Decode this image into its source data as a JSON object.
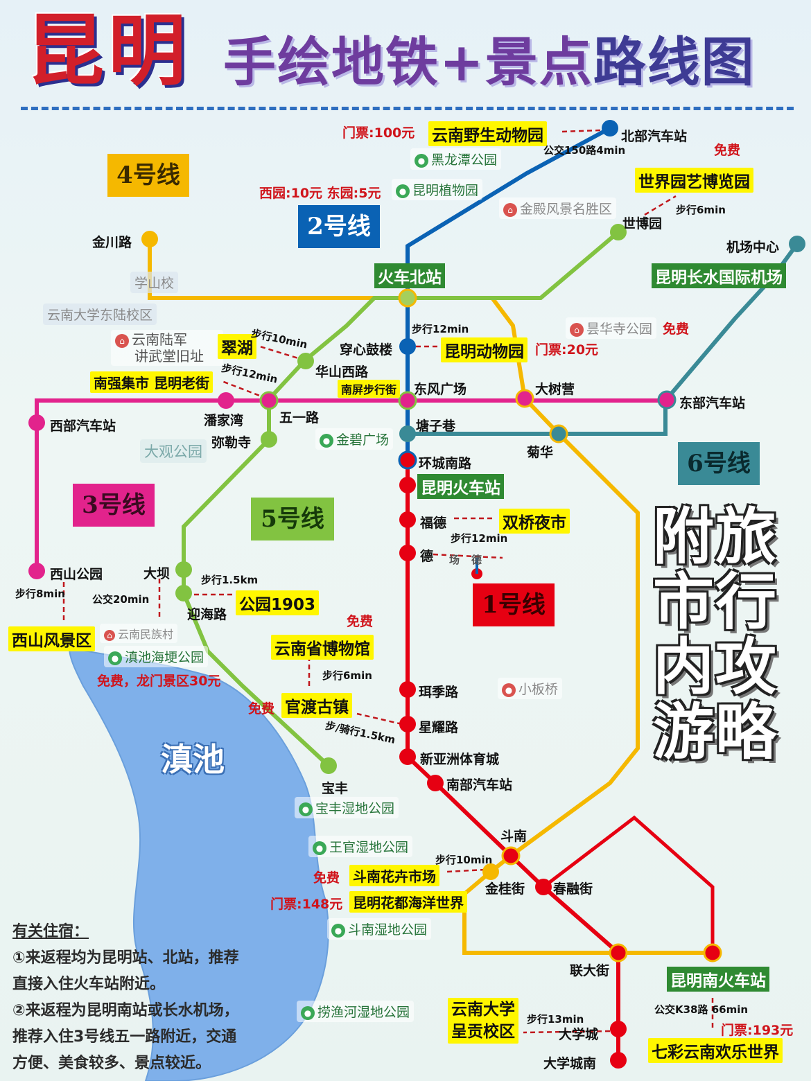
{
  "title": {
    "city": "昆明",
    "part1": "手绘地铁+",
    "part2": "景点",
    "part3": "路线图"
  },
  "lines": {
    "l1": {
      "label": "1号线",
      "color": "#e60012"
    },
    "l2": {
      "label": "2号线",
      "color": "#0a62b4"
    },
    "l3": {
      "label": "3号线",
      "color": "#e2238c"
    },
    "l4": {
      "label": "4号线",
      "color": "#f5b800"
    },
    "l5": {
      "label": "5号线",
      "color": "#82c341"
    },
    "l6": {
      "label": "6号线",
      "color": "#3a8a96"
    }
  },
  "stations": {
    "beibu": "北部汽车站",
    "shibo": "世博园",
    "jichang": "机场中心",
    "jinchuan": "金川路",
    "huochebei": "火车北站",
    "chuanxin": "穿心鼓楼",
    "huashanxi": "华山西路",
    "dongfeng": "东风广场",
    "dashu": "大树营",
    "dongbu": "东部汽车站",
    "xibu": "西部汽车站",
    "panjia": "潘家湾",
    "wuyi": "五一路",
    "mile": "弥勒寺",
    "tangzi": "塘子巷",
    "juhua": "菊华",
    "huancheng": "环城南路",
    "kunminghuoche": "昆明火车站",
    "fude": "福德",
    "de": "德",
    "chang": "场",
    "de2": "德",
    "xishangongyuan": "西山公园",
    "daba": "大坝",
    "yinghai": "迎海路",
    "erji": "珥季路",
    "xingyao": "星耀路",
    "xinyazhou": "新亚洲体育城",
    "nanbu": "南部汽车站",
    "baofeng": "宝丰",
    "dounan": "斗南",
    "jingui": "金桂街",
    "chunrong": "春融街",
    "lianda": "联大街",
    "daxuecheng": "大学城",
    "daxuechengnan": "大学城南",
    "kunmingnan": "昆明南火车站",
    "nanping": "南屏步行街"
  },
  "attractions": {
    "zoo_wild": "云南野生动物园",
    "expo": "世界园艺博览园",
    "airport": "昆明长水国际机场",
    "cuihu": "翠湖",
    "kmzoo": "昆明动物园",
    "nanqiang": "南强集市 昆明老街",
    "shuangqiao": "双桥夜市",
    "park1903": "公园1903",
    "xishan": "西山风景区",
    "museum": "云南省博物馆",
    "guandu": "官渡古镇",
    "dounanhua": "斗南花卉市场",
    "haiyang": "昆明花都海洋世界",
    "yunda": "云南大学\n呈贡校区",
    "yunda1": "云南大学",
    "yunda2": "呈贡校区",
    "qicai": "七彩云南欢乐世界"
  },
  "prices": {
    "zoo_wild": "门票:100元",
    "botanical": "西园:10元 东园:5元",
    "expo": "免费",
    "kmzoo": "门票:20元",
    "qionghua": "免费",
    "museum": "免费",
    "guandu": "免费",
    "xishan": "免费，龙门景区30元",
    "dounanhua": "免费",
    "haiyang": "门票:148元",
    "qicai": "门票:193元"
  },
  "notes": {
    "bus150": "公交150路4min",
    "walk6": "步行6min",
    "walk10": "步行10min",
    "walk12a": "步行12min",
    "walk12b": "步行12min",
    "walk12c": "步行12min",
    "walk8": "步行8min",
    "bus20": "公交20min",
    "walk15km": "步行1.5km",
    "walk6b": "步行6min",
    "ride15": "步/骑行1.5km",
    "walk10b": "步行10min",
    "walk13": "步行13min",
    "busK38": "公交K38路 66min"
  },
  "pois": {
    "heilong": "黑龙潭公园",
    "zhiwu": "昆明植物园",
    "jindian": "金殿风景名胜区",
    "xueshan": "学山校",
    "yunda_east": "云南大学东陆校区",
    "jiangwu1": "云南陆军",
    "jiangwu2": "讲武堂旧址",
    "qionghua": "昙华寺公园",
    "jinbi": "金碧广场",
    "daguan": "大观公园",
    "minzu": "云南民族村",
    "haigeng": "滇池海埂公园",
    "xiaobanqiao": "小板桥",
    "baofengshidi": "宝丰湿地公园",
    "wangguan": "王官湿地公园",
    "dounanshidi": "斗南湿地公园",
    "laoyuhe": "捞渔河湿地公园"
  },
  "lake": "滇池",
  "side_text": [
    "附旅",
    "市行",
    "内攻",
    "游略"
  ],
  "stay": {
    "heading": "有关住宿：",
    "p1a": "①来返程均为昆明站、北站，推荐",
    "p1b": "直接入住火车站附近。",
    "p2a": "②来返程为昆明南站或长水机场，",
    "p2b": "推荐入住3号线五一路附近，交通",
    "p2c": "方便、美食较多、景点较近。"
  }
}
